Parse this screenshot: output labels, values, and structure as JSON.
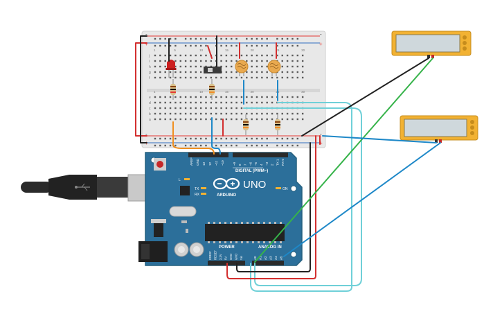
{
  "colors": {
    "background": "#ffffff",
    "breadboard": "#e8e8e8",
    "breadboard_hole": "#5a5a5a",
    "rail_red": "#e53935",
    "rail_blue": "#2f6ebf",
    "board_teal": "#2c6f9a",
    "board_edge": "#25607f",
    "header_black": "#2a2a2a",
    "wire_red": "#d32f2f",
    "wire_black": "#222222",
    "wire_orange": "#ef8f1f",
    "wire_blue": "#1e88c8",
    "wire_green": "#36b34a",
    "wire_cyan": "#6fd0d8",
    "led_red": "#cc1f1f",
    "lcd_frame": "#f2b233",
    "lcd_screen": "#cfd8dc",
    "photoresistor": "#e9a94f",
    "resistor": "#d8c08a",
    "usb_gray": "#c9c9c9"
  },
  "breadboard": {
    "rail_plus": "+",
    "rail_minus": "-",
    "row_letters_top": [
      "j",
      "i",
      "h",
      "g",
      "f"
    ],
    "row_letters_bottom": [
      "e",
      "d",
      "c",
      "b",
      "a"
    ],
    "column_numbers": [
      "1",
      "5",
      "10",
      "15",
      "20",
      "25",
      "30"
    ]
  },
  "arduino": {
    "brand": "ARDUINO",
    "model": "UNO",
    "digital_label": "DIGITAL (PWM~)",
    "power_label": "POWER",
    "analog_label": "ANALOG IN",
    "pin_top_labels": [
      "AREF",
      "GND",
      "13",
      "12",
      "~11",
      "~10",
      "~9",
      "8",
      "7",
      "~6",
      "~5",
      "4",
      "~3",
      "2",
      "TX 1",
      "RX 0"
    ],
    "power_pins": [
      "IOREF",
      "RESET",
      "3.3V",
      "5V",
      "GND",
      "GND",
      "Vin"
    ],
    "analog_pins": [
      "A0",
      "A1",
      "A2",
      "A3",
      "A4",
      "A5"
    ],
    "led_labels": [
      "L",
      "TX",
      "RX",
      "ON"
    ]
  },
  "components": {
    "lcd_count": 2,
    "photoresistor_count": 2,
    "led_count": 1,
    "switch_count": 1
  }
}
